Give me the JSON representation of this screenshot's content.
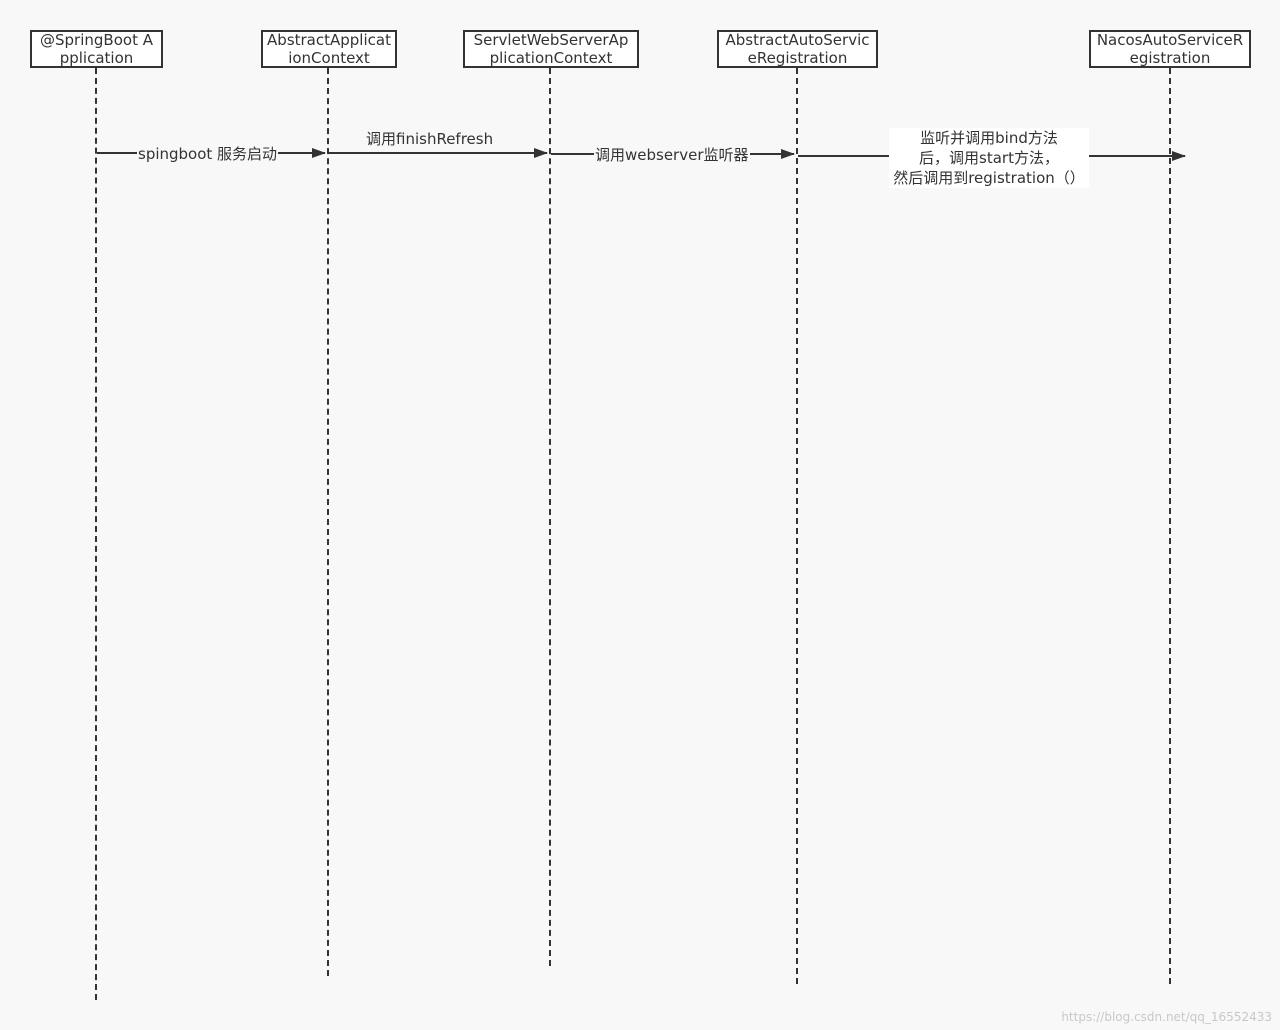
{
  "participants": [
    {
      "id": "springboot",
      "label": "@SpringBoot Application"
    },
    {
      "id": "abstract-app-ctx",
      "label": "AbstractApplicationContext"
    },
    {
      "id": "servlet-web-server-ctx",
      "label": "ServletWebServerApplicationContext"
    },
    {
      "id": "abstract-auto-reg",
      "label": "AbstractAutoServiceRegistration"
    },
    {
      "id": "nacos-auto-reg",
      "label": "NacosAutoServiceRegistration"
    }
  ],
  "messages": [
    {
      "from": "springboot",
      "to": "abstract-app-ctx",
      "label": "spingboot 服务启动"
    },
    {
      "from": "abstract-app-ctx",
      "to": "servlet-web-server-ctx",
      "label": "调用finishRefresh"
    },
    {
      "from": "servlet-web-server-ctx",
      "to": "abstract-auto-reg",
      "label": "调用webserver监听器"
    },
    {
      "from": "abstract-auto-reg",
      "to": "nacos-auto-reg",
      "label": "监听并调用bind方法\n后，调用start方法，\n然后调用到registration（）"
    }
  ],
  "watermark": "https://blog.csdn.net/qq_16552433"
}
